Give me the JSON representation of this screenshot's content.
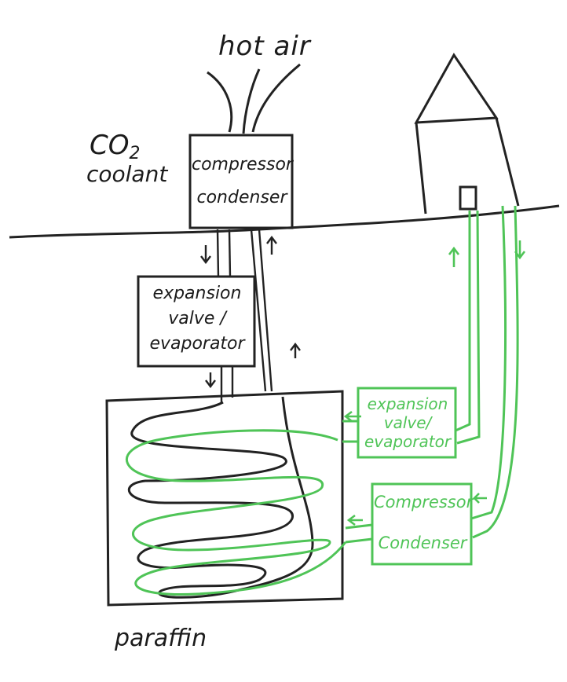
{
  "labels": {
    "hot_air": "hot air",
    "co2_line1": "CO",
    "co2_sub": "2",
    "co2_line2": "coolant",
    "paraffin": "paraffin"
  },
  "boxes": {
    "top_compressor": {
      "line1": "compressor",
      "line2": "condenser"
    },
    "top_expansion": {
      "line1": "expansion",
      "line2": "valve /",
      "line3": "evaporator"
    },
    "green_expansion": {
      "line1": "expansion",
      "line2": "valve/",
      "line3": "evaporator"
    },
    "green_compressor": {
      "line1": "Compressor",
      "line2": "Condenser"
    }
  },
  "colors": {
    "ink": "#1b1b1b",
    "green": "#4fc457",
    "background": "#ffffff"
  },
  "icons": [
    "up-arrow-icon",
    "down-arrow-icon",
    "left-arrow-icon",
    "house-icon"
  ]
}
